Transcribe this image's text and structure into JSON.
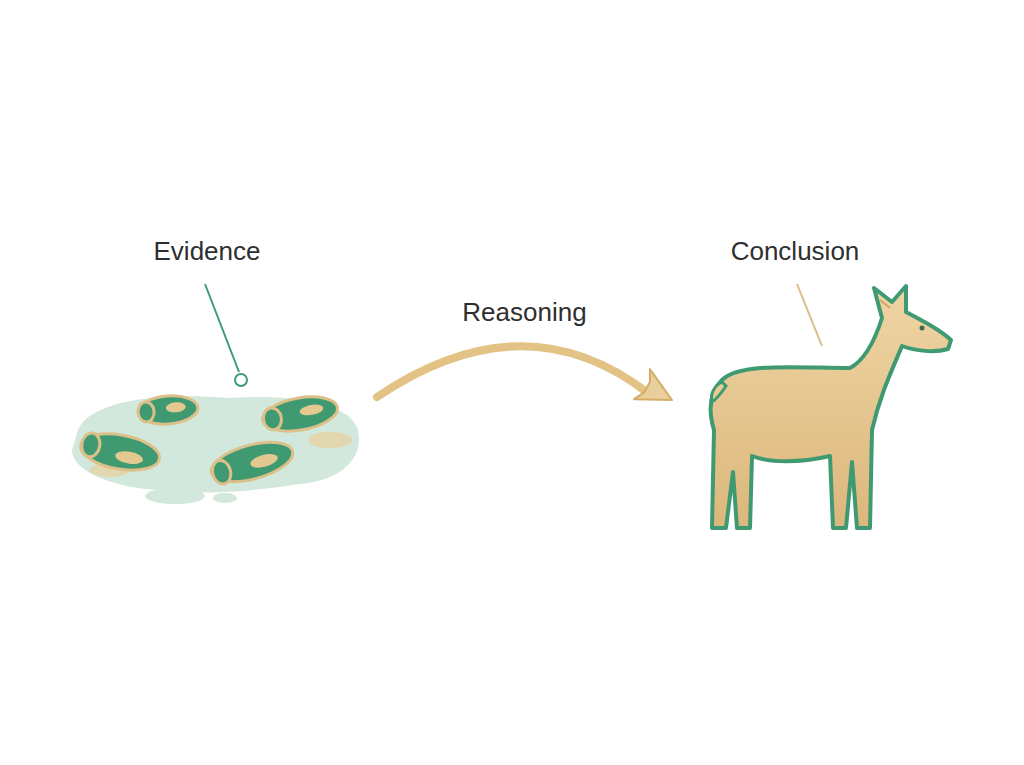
{
  "diagram": {
    "nodes": [
      {
        "text": [
          "Evidence"
        ]
      },
      {
        "text": [
          "Conclusion"
        ]
      }
    ],
    "edges": [
      {
        "from": 0,
        "to": 1,
        "label": "Reasoning",
        "arrow": "to"
      }
    ]
  }
}
